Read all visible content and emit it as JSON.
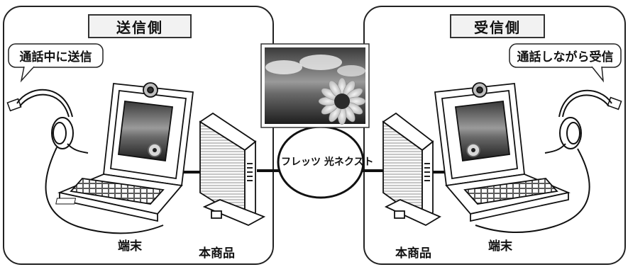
{
  "sender": {
    "title": "送信側",
    "bubble": "通話中に送信",
    "terminal_label": "端末",
    "device_label": "本商品"
  },
  "receiver": {
    "title": "受信側",
    "bubble": "通話しながら受信",
    "terminal_label": "端末",
    "device_label": "本商品"
  },
  "network": {
    "label": "フレッツ 光ネクスト"
  },
  "icons": {
    "shared_image": "sunflower-photo-icon",
    "headset": "headset-icon",
    "laptop": "laptop-icon",
    "router": "router-icon",
    "webcam": "webcam-icon"
  }
}
